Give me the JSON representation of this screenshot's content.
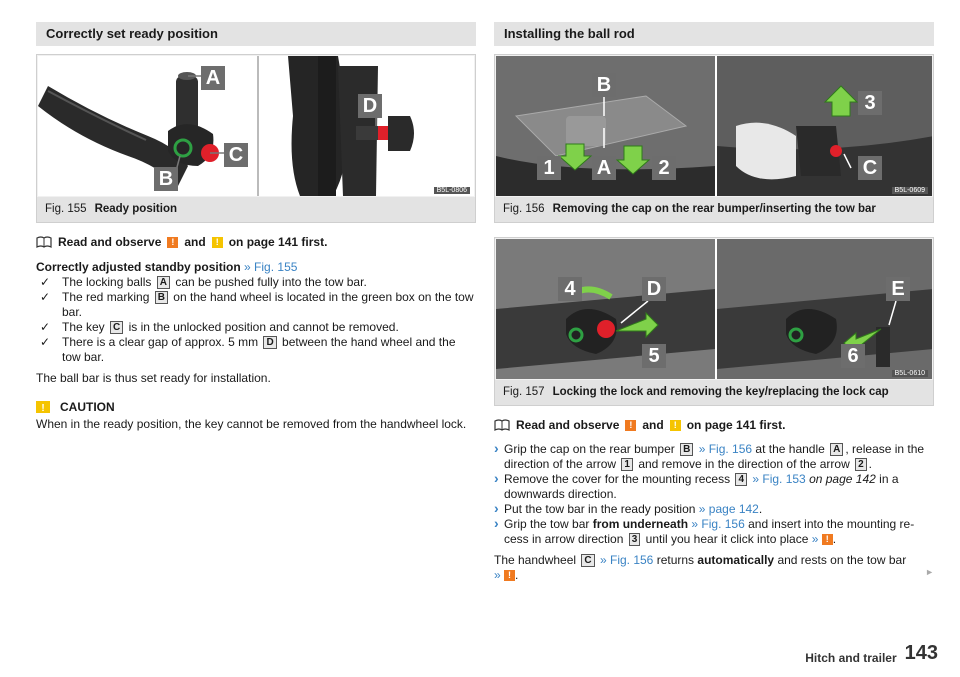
{
  "left": {
    "section_title": "Correctly set ready position",
    "fig155": {
      "number": "Fig. 155",
      "caption": "Ready position",
      "code": "B5L-0806",
      "labels": [
        "A",
        "B",
        "C",
        "D"
      ]
    },
    "read_prefix": "Read and observe",
    "read_and": "and",
    "read_suffix": "on page 141 first.",
    "standby_heading": "Correctly adjusted standby position",
    "standby_ref": "» Fig. 155",
    "checks": [
      {
        "pre": "The locking balls",
        "tag": "A",
        "post": "can be pushed fully into the tow bar."
      },
      {
        "pre": "The red marking",
        "tag": "B",
        "post": "on the hand wheel is located in the green box on the tow bar."
      },
      {
        "pre": "The key",
        "tag": "C",
        "post": "is in the unlocked position and cannot be removed."
      },
      {
        "pre": "There is a clear gap of approx. 5 mm",
        "tag": "D",
        "post": "between the hand wheel and the tow bar."
      }
    ],
    "summary": "The ball bar is thus set ready for installation.",
    "caution_title": "CAUTION",
    "caution_text": "When in the ready position, the key cannot be removed from the handwheel lock."
  },
  "right": {
    "section_title": "Installing the ball rod",
    "fig156": {
      "number": "Fig. 156",
      "caption": "Removing the cap on the rear bumper/inserting the tow bar",
      "code": "B5L-0609",
      "labels": [
        "B",
        "1",
        "A",
        "2",
        "3",
        "C"
      ]
    },
    "fig157": {
      "number": "Fig. 157",
      "caption": "Locking the lock and removing the key/replacing the lock cap",
      "code": "B5L-0610",
      "labels": [
        "4",
        "D",
        "5",
        "E",
        "6"
      ]
    },
    "read_prefix": "Read and observe",
    "read_and": "and",
    "read_suffix": "on page 141 first.",
    "step1": {
      "a": "Grip the cap on the rear bumper",
      "t1": "B",
      "ref": "» Fig. 156",
      "b": "at the handle",
      "t2": "A",
      "c": ", release in the direction of the arrow",
      "t3": "1",
      "d": "and remove in the direction of the arrow",
      "t4": "2",
      "e": "."
    },
    "step2": {
      "a": "Remove the cover for the mounting recess",
      "t1": "4",
      "ref": "» Fig. 153",
      "italic": "on page 142",
      "b": "in a downwards direction."
    },
    "step3": {
      "a": "Put the tow bar in the ready position",
      "ref": "» page 142",
      "b": "."
    },
    "step4": {
      "a": "Grip the tow bar",
      "bold": "from underneath",
      "ref": "» Fig. 156",
      "b": "and insert into the mounting re-cess in arrow direction",
      "t1": "3",
      "c": "until you hear it click into place",
      "ref2": "»",
      "d": "."
    },
    "handwheel": {
      "a": "The handwheel",
      "t1": "C",
      "ref": "» Fig. 156",
      "b": "returns",
      "bold": "automatically",
      "c": "and rests on the tow bar",
      "ref2": "»",
      "d": "."
    },
    "continue_mark": "►"
  },
  "footer": {
    "chapter": "Hitch and trailer",
    "page": "143"
  },
  "colors": {
    "accent_blue": "#3a83c4",
    "warning_orange": "#f07a20",
    "warning_yellow": "#f5c400",
    "header_gray": "#e3e3e3"
  }
}
